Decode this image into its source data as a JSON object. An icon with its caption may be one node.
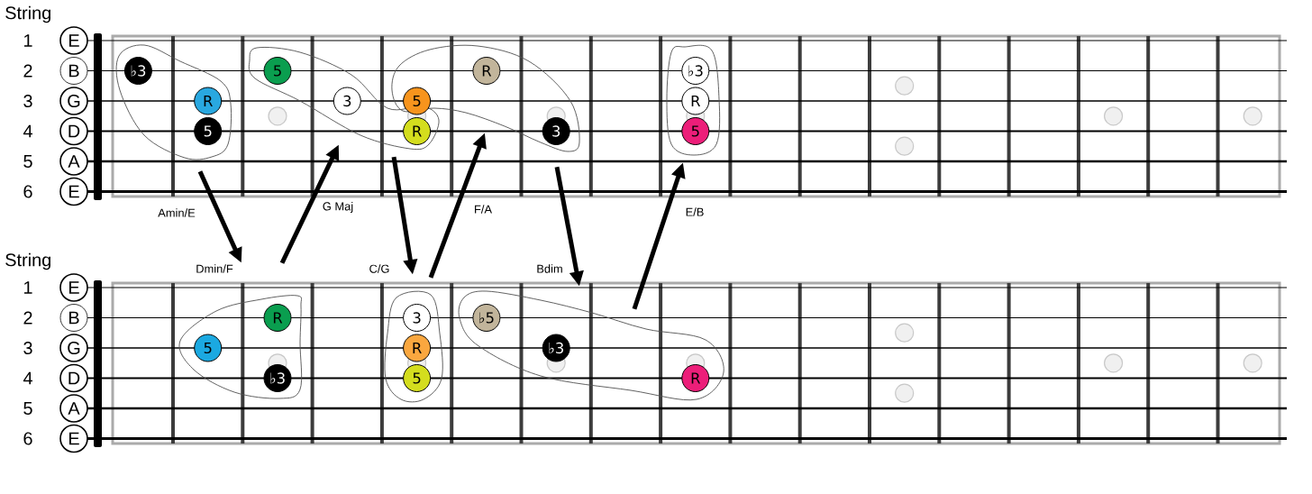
{
  "diagram": {
    "nodes": [
      {
        "text": [
          "E"
        ]
      },
      {
        "text": [
          "B"
        ]
      },
      {
        "text": [
          "G"
        ]
      },
      {
        "text": [
          "D"
        ]
      },
      {
        "text": [
          "A"
        ]
      },
      {
        "text": [
          "E"
        ]
      },
      {
        "text": [],
        "shape": "outline"
      },
      {
        "text": [
          "♭3"
        ],
        "in": 6
      },
      {
        "text": [
          "R"
        ],
        "in": 6
      },
      {
        "text": [
          "5"
        ],
        "in": 6
      },
      {
        "text": [],
        "shape": "outline"
      },
      {
        "text": [
          "5"
        ],
        "in": 10
      },
      {
        "text": [
          "3"
        ],
        "in": 10
      },
      {
        "text": [
          "R"
        ],
        "in": 10
      },
      {
        "text": [],
        "shape": "outline"
      },
      {
        "text": [
          "R"
        ],
        "in": 14
      },
      {
        "text": [
          "5"
        ],
        "in": 14
      },
      {
        "text": [
          "3"
        ],
        "in": 14
      },
      {
        "text": [],
        "shape": "outline"
      },
      {
        "text": [
          "♭3"
        ],
        "in": 18
      },
      {
        "text": [
          "R"
        ],
        "in": 18
      },
      {
        "text": [
          "5"
        ],
        "in": 18
      },
      {
        "text": [
          "E"
        ]
      },
      {
        "text": [
          "B"
        ]
      },
      {
        "text": [
          "G"
        ]
      },
      {
        "text": [
          "D"
        ]
      },
      {
        "text": [
          "A"
        ]
      },
      {
        "text": [
          "E"
        ]
      },
      {
        "text": [],
        "shape": "outline",
        "beside": [
          "Dmin/F"
        ]
      },
      {
        "text": [
          "R"
        ],
        "in": 28
      },
      {
        "text": [
          "5"
        ],
        "in": 28
      },
      {
        "text": [
          "♭3"
        ],
        "in": 28
      },
      {
        "text": [],
        "shape": "outline",
        "beside": [
          "C/G"
        ]
      },
      {
        "text": [
          "3"
        ],
        "in": 32
      },
      {
        "text": [
          "R"
        ],
        "in": 32
      },
      {
        "text": [
          "5"
        ],
        "in": 32
      },
      {
        "text": [],
        "shape": "outline",
        "beside": [
          "Bdim"
        ]
      },
      {
        "text": [
          "♭5"
        ],
        "in": 36
      },
      {
        "text": [
          "♭3"
        ],
        "in": 36
      },
      {
        "text": [
          "R"
        ],
        "in": 36
      }
    ],
    "edges": [
      {
        "from": 6,
        "to": 28,
        "arrow": "to"
      },
      {
        "from": 28,
        "to": 10,
        "arrow": "to"
      },
      {
        "from": 10,
        "to": 32,
        "arrow": "to"
      },
      {
        "from": 32,
        "to": 14,
        "arrow": "to"
      },
      {
        "from": 14,
        "to": 36,
        "arrow": "to"
      },
      {
        "from": 36,
        "to": 18,
        "arrow": "to"
      }
    ],
    "labels": [
      "String",
      "1",
      "2",
      "3",
      "4",
      "5",
      "6",
      "Amin/E",
      "G Maj",
      "F/A",
      "E/B",
      "String",
      "1",
      "2",
      "3",
      "4",
      "5",
      "6"
    ]
  }
}
